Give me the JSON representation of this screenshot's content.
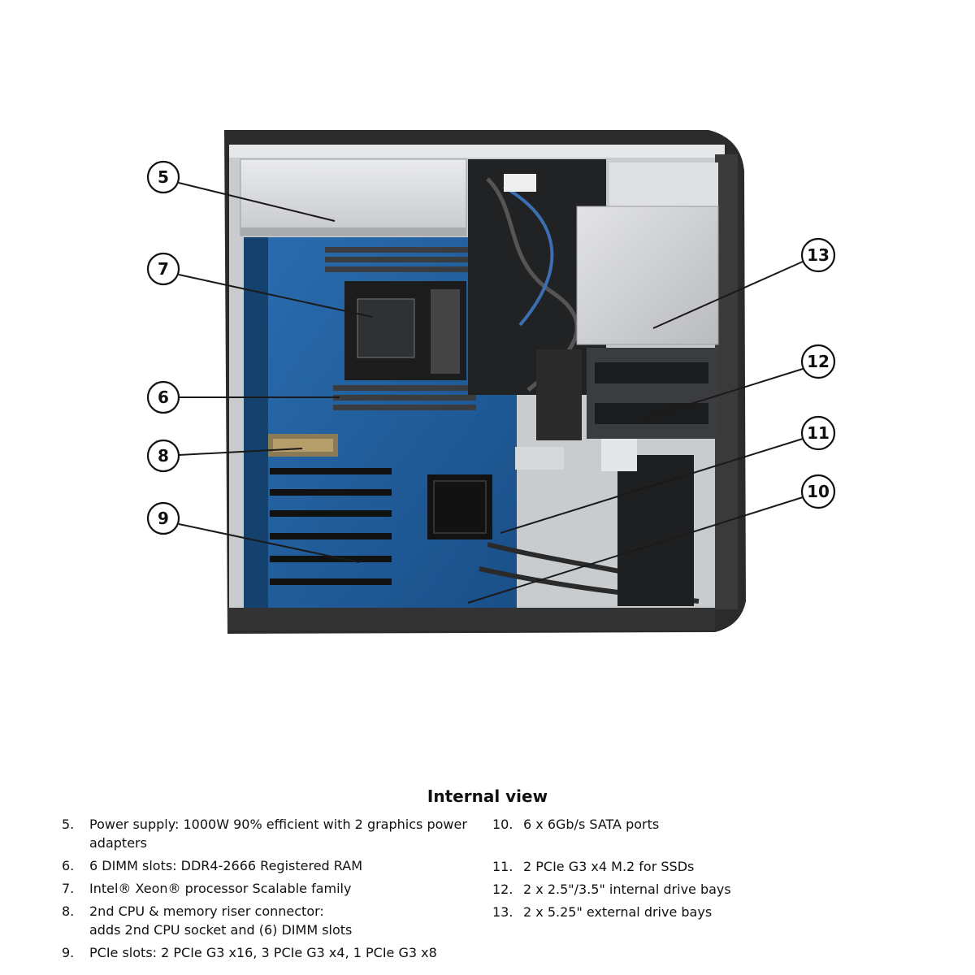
{
  "caption": {
    "title": "Internal view"
  },
  "callouts": [
    "5",
    "7",
    "6",
    "8",
    "9",
    "13",
    "12",
    "11",
    "10"
  ],
  "legend": {
    "left": [
      {
        "num": "5.",
        "text": "Power supply: 1000W 90% efficient with 2 graphics power\nadapters"
      },
      {
        "num": "6.",
        "text": "6 DIMM slots: DDR4-2666 Registered RAM"
      },
      {
        "num": "7.",
        "text": "Intel® Xeon® processor Scalable family"
      },
      {
        "num": "8.",
        "text": "2nd CPU & memory riser connector:\nadds 2nd CPU socket and (6) DIMM slots"
      },
      {
        "num": "9.",
        "text": "PCIe slots: 2 PCIe G3 x16, 3 PCIe G3 x4, 1 PCIe G3 x8"
      }
    ],
    "right": [
      {
        "num": "10.",
        "text": "6 x 6Gb/s SATA ports"
      },
      {
        "num": "11.",
        "text": "2 PCIe G3 x4 M.2 for SSDs"
      },
      {
        "num": "12.",
        "text": "2 x 2.5\"/3.5\" internal drive bays"
      },
      {
        "num": "13.",
        "text": "2 x 5.25\" external drive bays"
      }
    ]
  },
  "colors": {
    "chassis_frame": "#2b2b2b",
    "chassis_inner": "#c9cccf",
    "motherboard": "#1f5a9a",
    "psu": "#d8d9db"
  }
}
